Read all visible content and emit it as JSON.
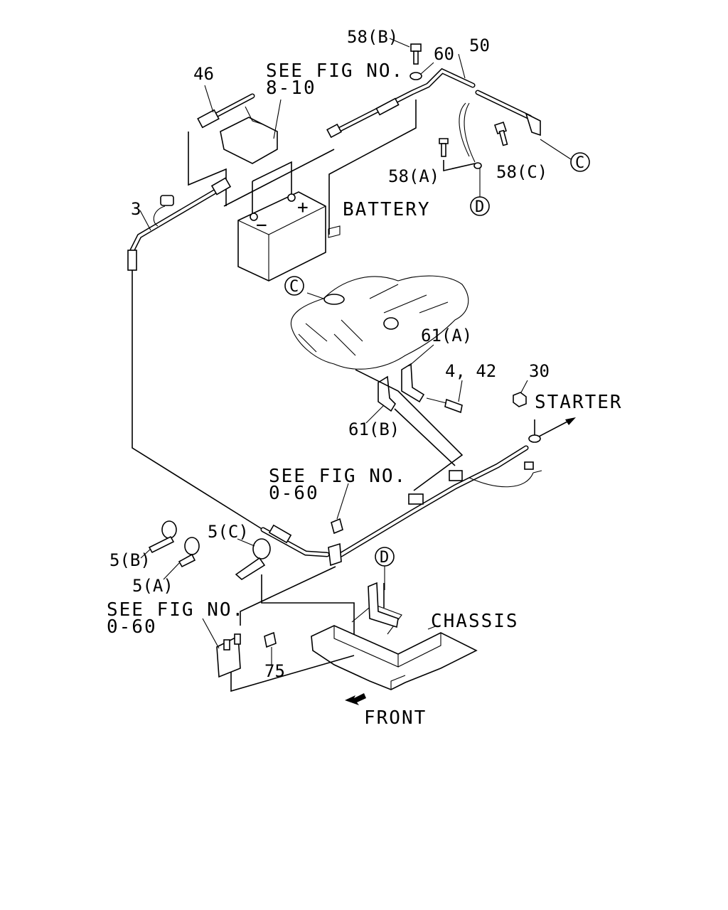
{
  "figure": {
    "part_numbers": {
      "p58B": "58(B)",
      "p60": "60",
      "p50": "50",
      "p46": "46",
      "p58A": "58(A)",
      "p58C": "58(C)",
      "p3": "3",
      "p61A": "61(A)",
      "p61B": "61(B)",
      "p4_42": "4, 42",
      "p30": "30",
      "p5B": "5(B)",
      "p5A": "5(A)",
      "p5C": "5(C)",
      "p75": "75"
    },
    "references": {
      "see_fig_8_10_line1": "SEE FIG NO.",
      "see_fig_8_10_line2": "8-10",
      "see_fig_0_60_a_line1": "SEE FIG NO.",
      "see_fig_0_60_a_line2": "0-60",
      "see_fig_0_60_b_line1": "SEE FIG NO.",
      "see_fig_0_60_b_line2": "0-60"
    },
    "component_labels": {
      "battery": "BATTERY",
      "starter": "STARTER",
      "chassis": "CHASSIS",
      "front": "FRONT",
      "plus": "+",
      "minus": "−"
    },
    "callouts": {
      "c_top": "C",
      "c_engine": "C",
      "d_top": "D",
      "d_chassis": "D"
    }
  }
}
